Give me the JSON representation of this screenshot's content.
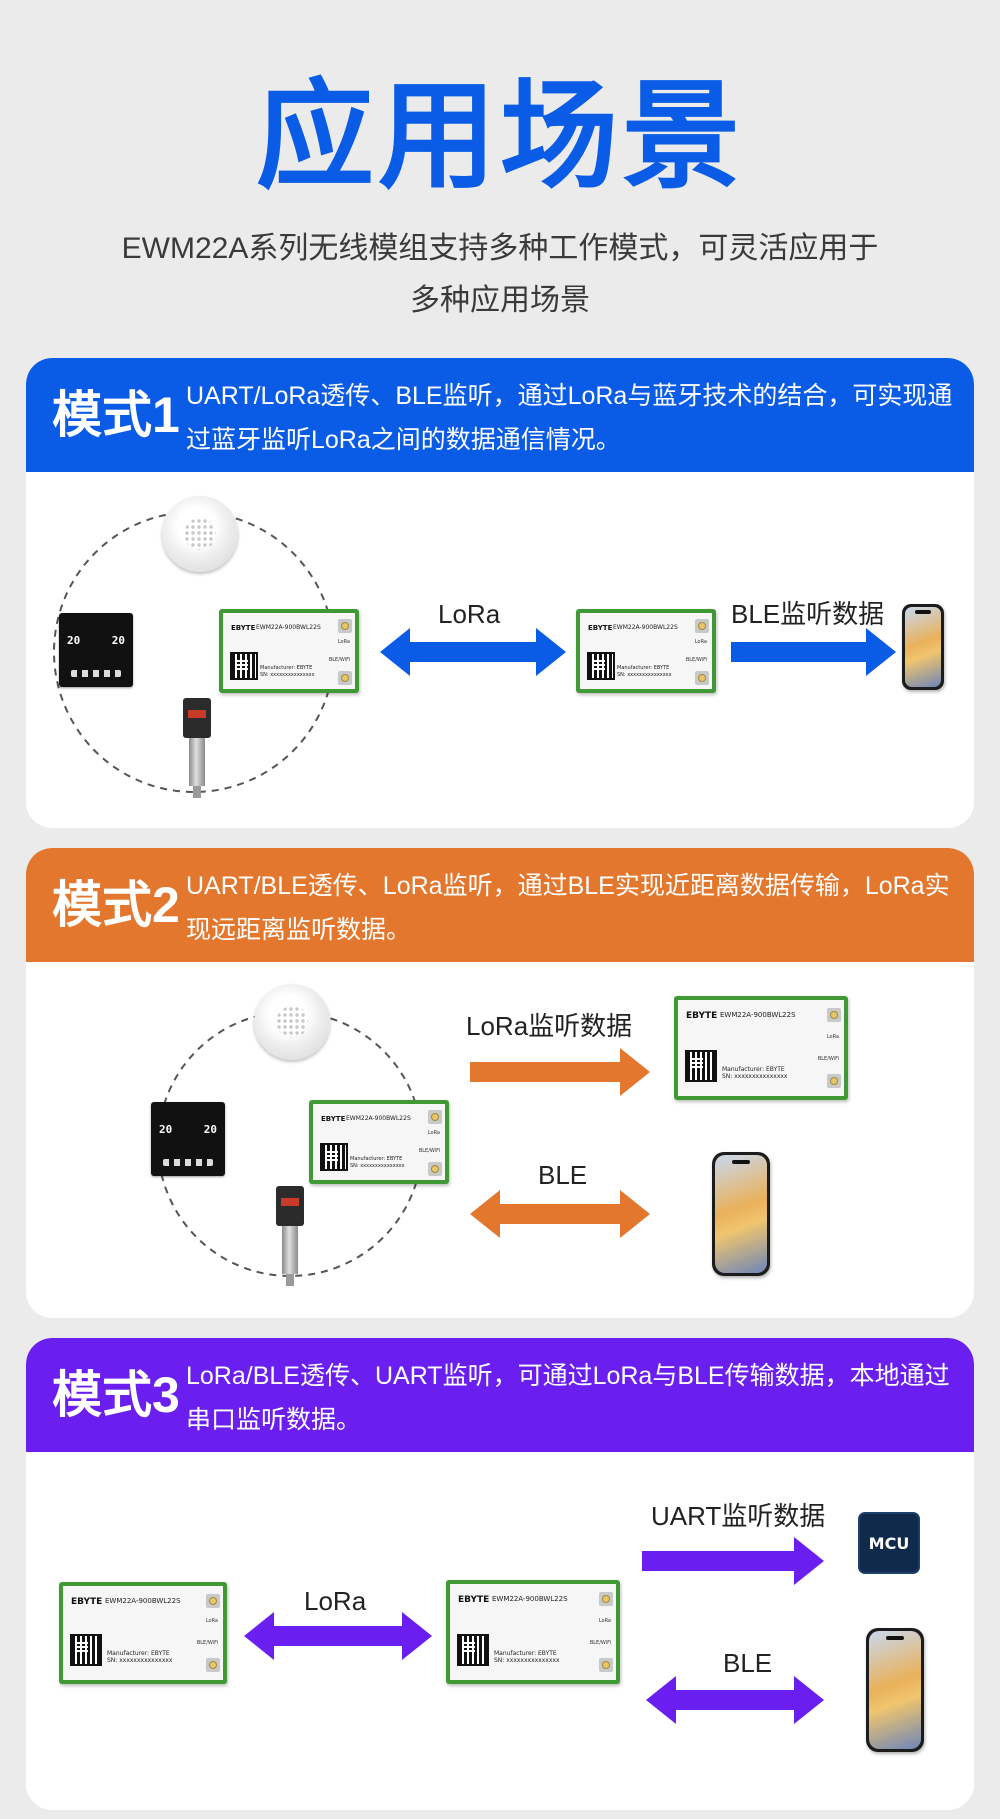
{
  "header": {
    "title": "应用场景",
    "subtitle_line1": "EWM22A系列无线模组支持多种工作模式，可灵活应用于",
    "subtitle_line2": "多种应用场景"
  },
  "colors": {
    "title": "#0a5ce6",
    "mode1": "#0a5ce6",
    "mode2": "#e3772e",
    "mode3": "#6a1ff0"
  },
  "module": {
    "brand": "EBYTE",
    "model": "EWM22A-900BWL22S",
    "manufacturer": "Manufacturer: EBYTE",
    "sn": "SN: xxxxxxxxxxxxxxx",
    "lora_label": "LoRa",
    "ble_label": "BLE/WiFi"
  },
  "thermostat": {
    "left_value": "20",
    "right_value": "20"
  },
  "mcu_label": "MCU",
  "modes": [
    {
      "label": "模式1",
      "description": "UART/LoRa透传、BLE监听，通过LoRa与蓝牙技术的结合，可实现通过蓝牙监听LoRa之间的数据通信情况。",
      "arrows": {
        "lora": "LoRa",
        "ble_monitor": "BLE监听数据"
      }
    },
    {
      "label": "模式2",
      "description": "UART/BLE透传、LoRa监听，通过BLE实现近距离数据传输，LoRa实现远距离监听数据。",
      "arrows": {
        "lora_monitor": "LoRa监听数据",
        "ble": "BLE"
      }
    },
    {
      "label": "模式3",
      "description": "LoRa/BLE透传、UART监听，可通过LoRa与BLE传输数据，本地通过串口监听数据。",
      "arrows": {
        "lora": "LoRa",
        "uart_monitor": "UART监听数据",
        "ble": "BLE"
      }
    }
  ]
}
